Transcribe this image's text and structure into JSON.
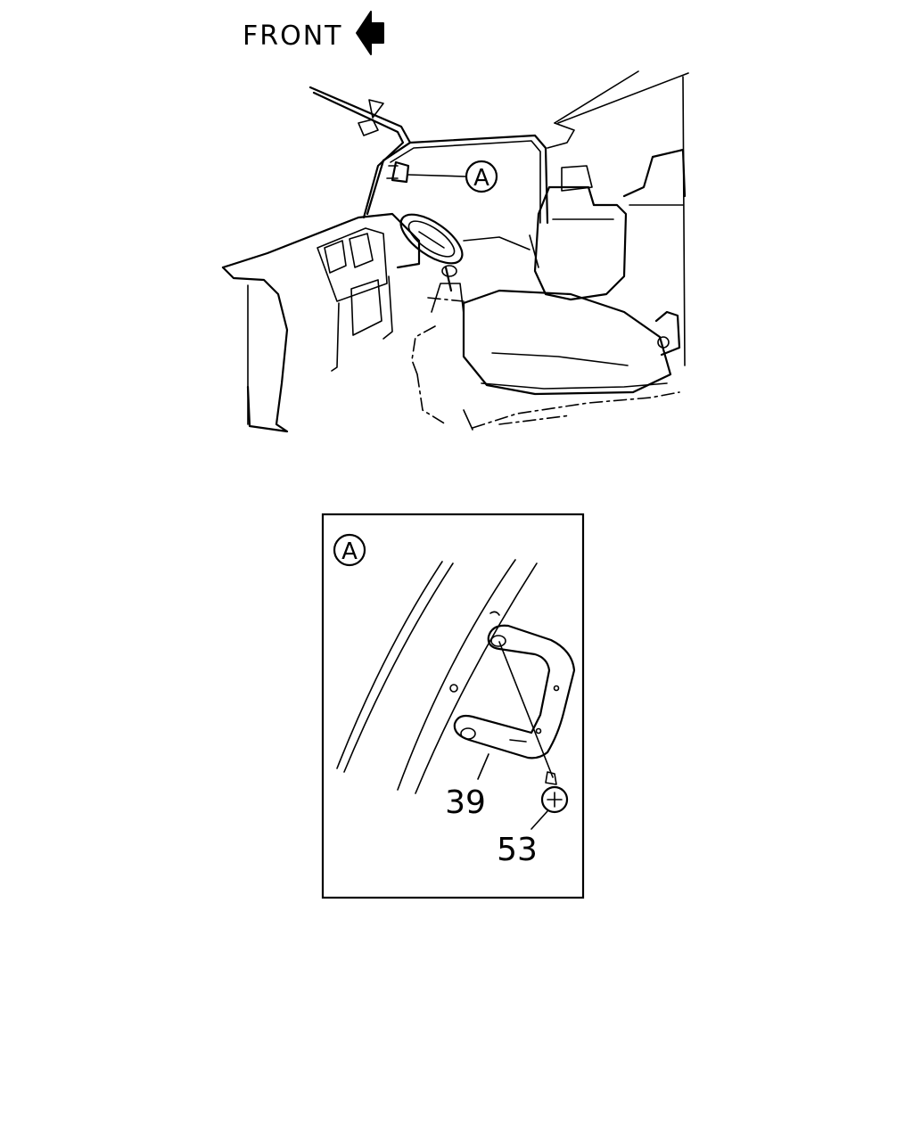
{
  "orientation": {
    "label": "FRONT",
    "arrow_icon": "left-arrow-icon"
  },
  "callouts": {
    "detail_marker": "A"
  },
  "detail": {
    "marker": "A",
    "part_labels": [
      "39",
      "53"
    ]
  },
  "colors": {
    "line": "#000000",
    "background": "#ffffff"
  }
}
